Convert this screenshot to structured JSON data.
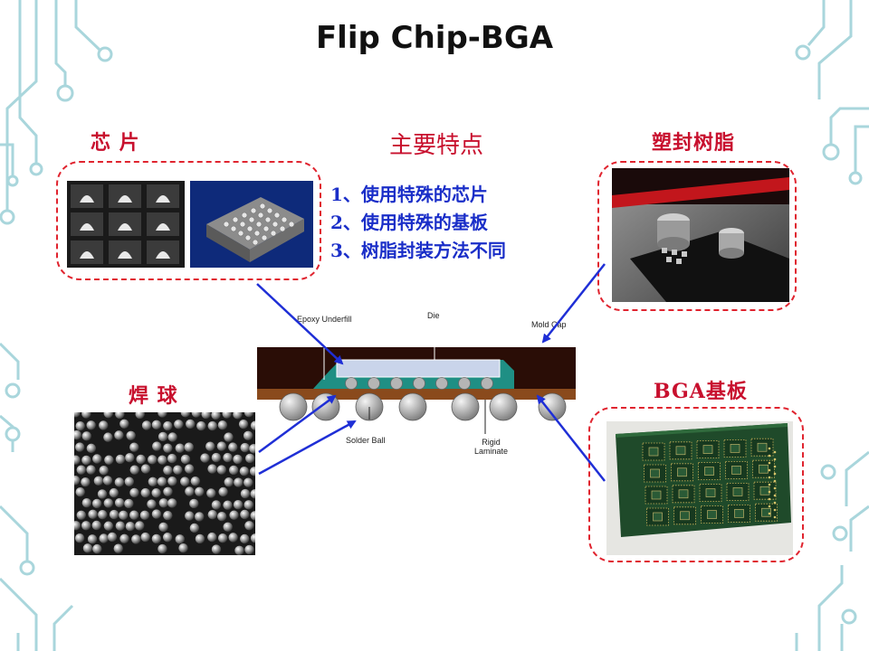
{
  "slide": {
    "title": "Flip Chip-BGA",
    "features": {
      "title": "主要特点",
      "items": [
        "1、使用特殊的芯片",
        "2、使用特殊的基板",
        "3、树脂封装方法不同"
      ]
    },
    "sections": {
      "chip": "芯  片",
      "mold_resin": "塑封树脂",
      "solder_balls": "焊  球",
      "substrate": "BGA基板"
    },
    "diagram_labels": {
      "epoxy_underfill": "Epoxy Underfill",
      "die": "Die",
      "mold_cap": "Mold Cap",
      "solder_ball": "Solder Ball",
      "rigid_laminate_line1": "Rigid",
      "rigid_laminate_line2": "Laminate"
    },
    "colors": {
      "heading_red": "#c8102e",
      "feature_blue": "#1a2ec8",
      "dash_red": "#e0242f",
      "arrow_blue": "#1f2fd6",
      "circuit_teal": "#a9d6dc"
    }
  }
}
